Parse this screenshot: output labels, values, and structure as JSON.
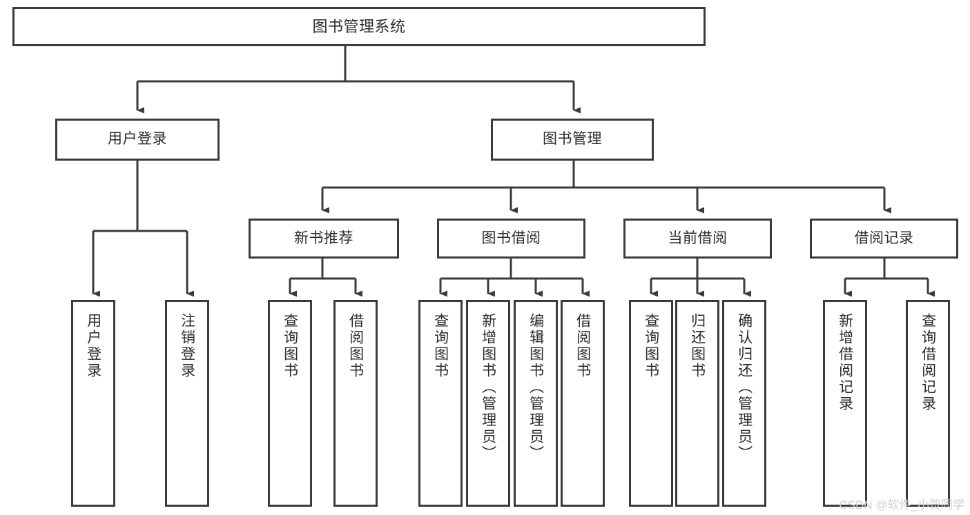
{
  "diagram": {
    "type": "tree",
    "title": "图书管理系统",
    "root": {
      "label": "图书管理系统"
    },
    "level1": [
      {
        "label": "用户登录"
      },
      {
        "label": "图书管理"
      }
    ],
    "level2": [
      {
        "label": "新书推荐"
      },
      {
        "label": "图书借阅"
      },
      {
        "label": "当前借阅"
      },
      {
        "label": "借阅记录"
      }
    ],
    "leaves": {
      "user_login": [
        {
          "label": "用户登录"
        },
        {
          "label": "注销登录"
        }
      ],
      "new_book_recommend": [
        {
          "label": "查询图书"
        },
        {
          "label": "借阅图书"
        }
      ],
      "book_borrow": [
        {
          "label": "查询图书"
        },
        {
          "label": "新增图书（管理员）"
        },
        {
          "label": "编辑图书（管理员）"
        },
        {
          "label": "借阅图书"
        }
      ],
      "current_borrow": [
        {
          "label": "查询图书"
        },
        {
          "label": "归还图书"
        },
        {
          "label": "确认归还（管理员）"
        }
      ],
      "borrow_record": [
        {
          "label": "新增借阅记录"
        },
        {
          "label": "查询借阅记录"
        }
      ]
    }
  },
  "colors": {
    "line": "#3b3b3b",
    "box_fill": "#ffffff",
    "text": "#2b2b2b",
    "watermark": "#cfcfcf"
  },
  "watermark": {
    "text": "CSDN @软件_小贺同学"
  }
}
